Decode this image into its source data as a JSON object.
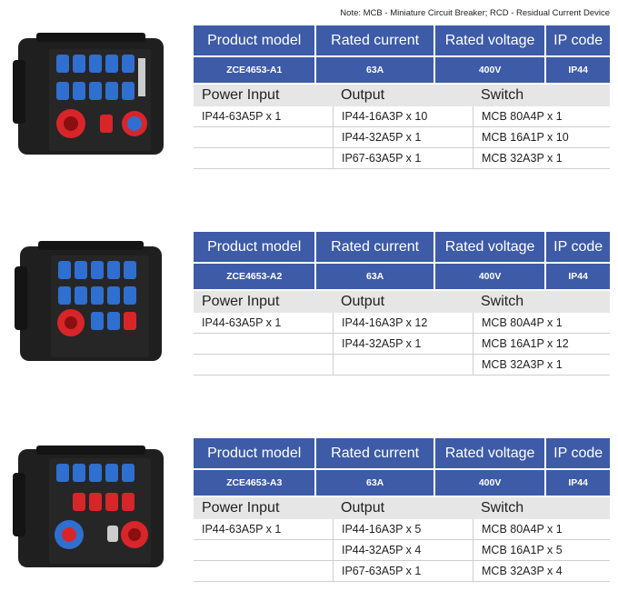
{
  "note": "Note: MCB - Miniature Circuit Breaker;  RCD - Residual Current Device",
  "headers": {
    "product_model": "Product model",
    "rated_current": "Rated current",
    "rated_voltage": "Rated voltage",
    "ip_code": "IP code",
    "power_input": "Power Input",
    "output": "Output",
    "switch": "Switch"
  },
  "colors": {
    "header_blue": "#3d5ba6",
    "subheader_gray": "#e6e6e6",
    "box_black": "#1f1f1f",
    "socket_blue": "#2f6fd0",
    "socket_red": "#d8252a"
  },
  "products": [
    {
      "model": "ZCE4653-A1",
      "rated_current": "63A",
      "rated_voltage": "400V",
      "ip_code": "IP44",
      "power_input": [
        "IP44-63A5P  x 1",
        "",
        ""
      ],
      "output": [
        "IP44-16A3P  x 10",
        "IP44-32A5P  x 1",
        "IP67-63A5P  x 1"
      ],
      "switch": [
        "MCB 80A4P   x 1",
        "MCB 16A1P  x 10",
        "MCB 32A3P  x 1"
      ]
    },
    {
      "model": "ZCE4653-A2",
      "rated_current": "63A",
      "rated_voltage": "400V",
      "ip_code": "IP44",
      "power_input": [
        "IP44-63A5P  x 1",
        "",
        ""
      ],
      "output": [
        "IP44-16A3P  x 12",
        "IP44-32A5P  x 1",
        ""
      ],
      "switch": [
        "MCB 80A4P   x 1",
        "MCB 16A1P  x 12",
        "MCB 32A3P  x 1"
      ]
    },
    {
      "model": "ZCE4653-A3",
      "rated_current": "63A",
      "rated_voltage": "400V",
      "ip_code": "IP44",
      "power_input": [
        "IP44-63A5P  x 1",
        "",
        ""
      ],
      "output": [
        "IP44-16A3P  x 5",
        "IP44-32A5P  x 4",
        "IP67-63A5P  x 1"
      ],
      "switch": [
        "MCB 80A4P   x 1",
        "MCB 16A1P  x 5",
        "MCB 32A3P  x 4"
      ]
    }
  ]
}
